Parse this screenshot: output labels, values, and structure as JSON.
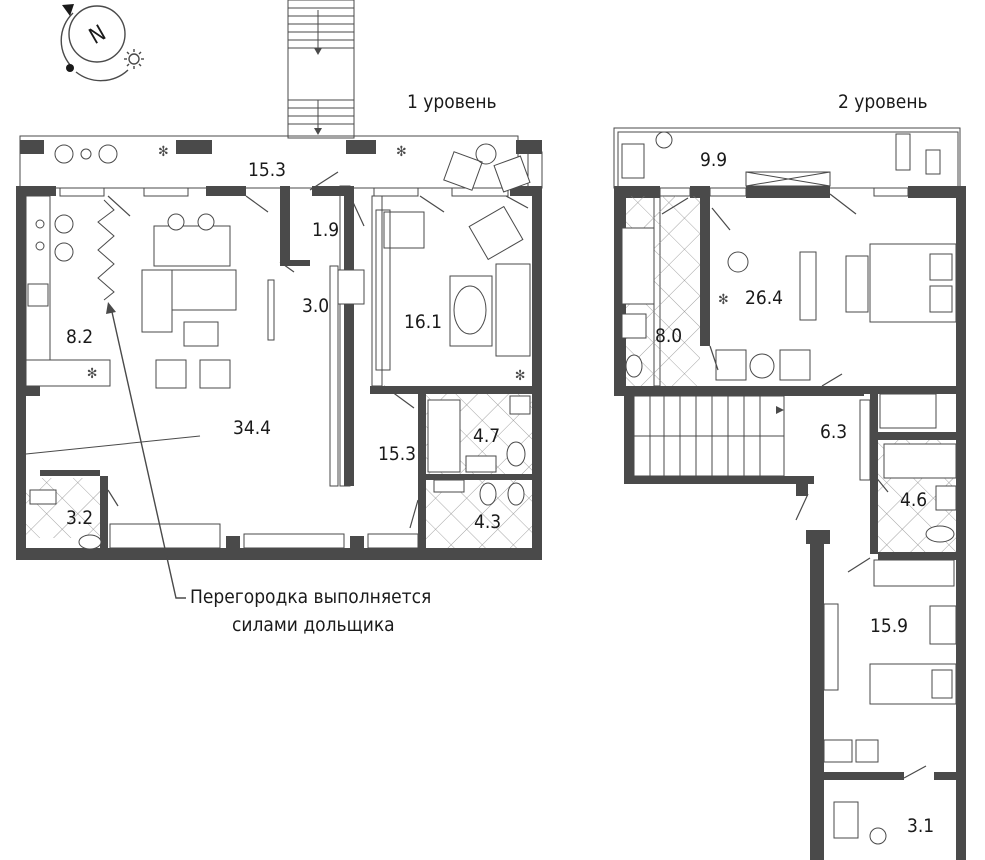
{
  "levels": {
    "level1": "1 уровень",
    "level2": "2 уровень"
  },
  "rooms_level1": {
    "loggia": "15.3",
    "kitchen": "8.2",
    "living": "34.4",
    "closet": "1.9",
    "storage": "3.0",
    "bedroom": "16.1",
    "hall": "15.3",
    "bath_a": "4.7",
    "bath_b": "4.3",
    "wc": "3.2"
  },
  "rooms_level2": {
    "balcony": "9.9",
    "bath_master": "8.0",
    "master_bedroom": "26.4",
    "hall2": "6.3",
    "bath2": "4.6",
    "bedroom2": "15.9",
    "dressing": "3.1"
  },
  "note": {
    "line1": "Перегородка выполняется",
    "line2": "силами дольщика"
  },
  "compass": {
    "letter": "N",
    "icon": "compass-icon",
    "sun": "sun-icon"
  },
  "colors": {
    "wall": "#4a4a4a",
    "line": "#4a4a4a",
    "text": "#1a1a1a"
  }
}
